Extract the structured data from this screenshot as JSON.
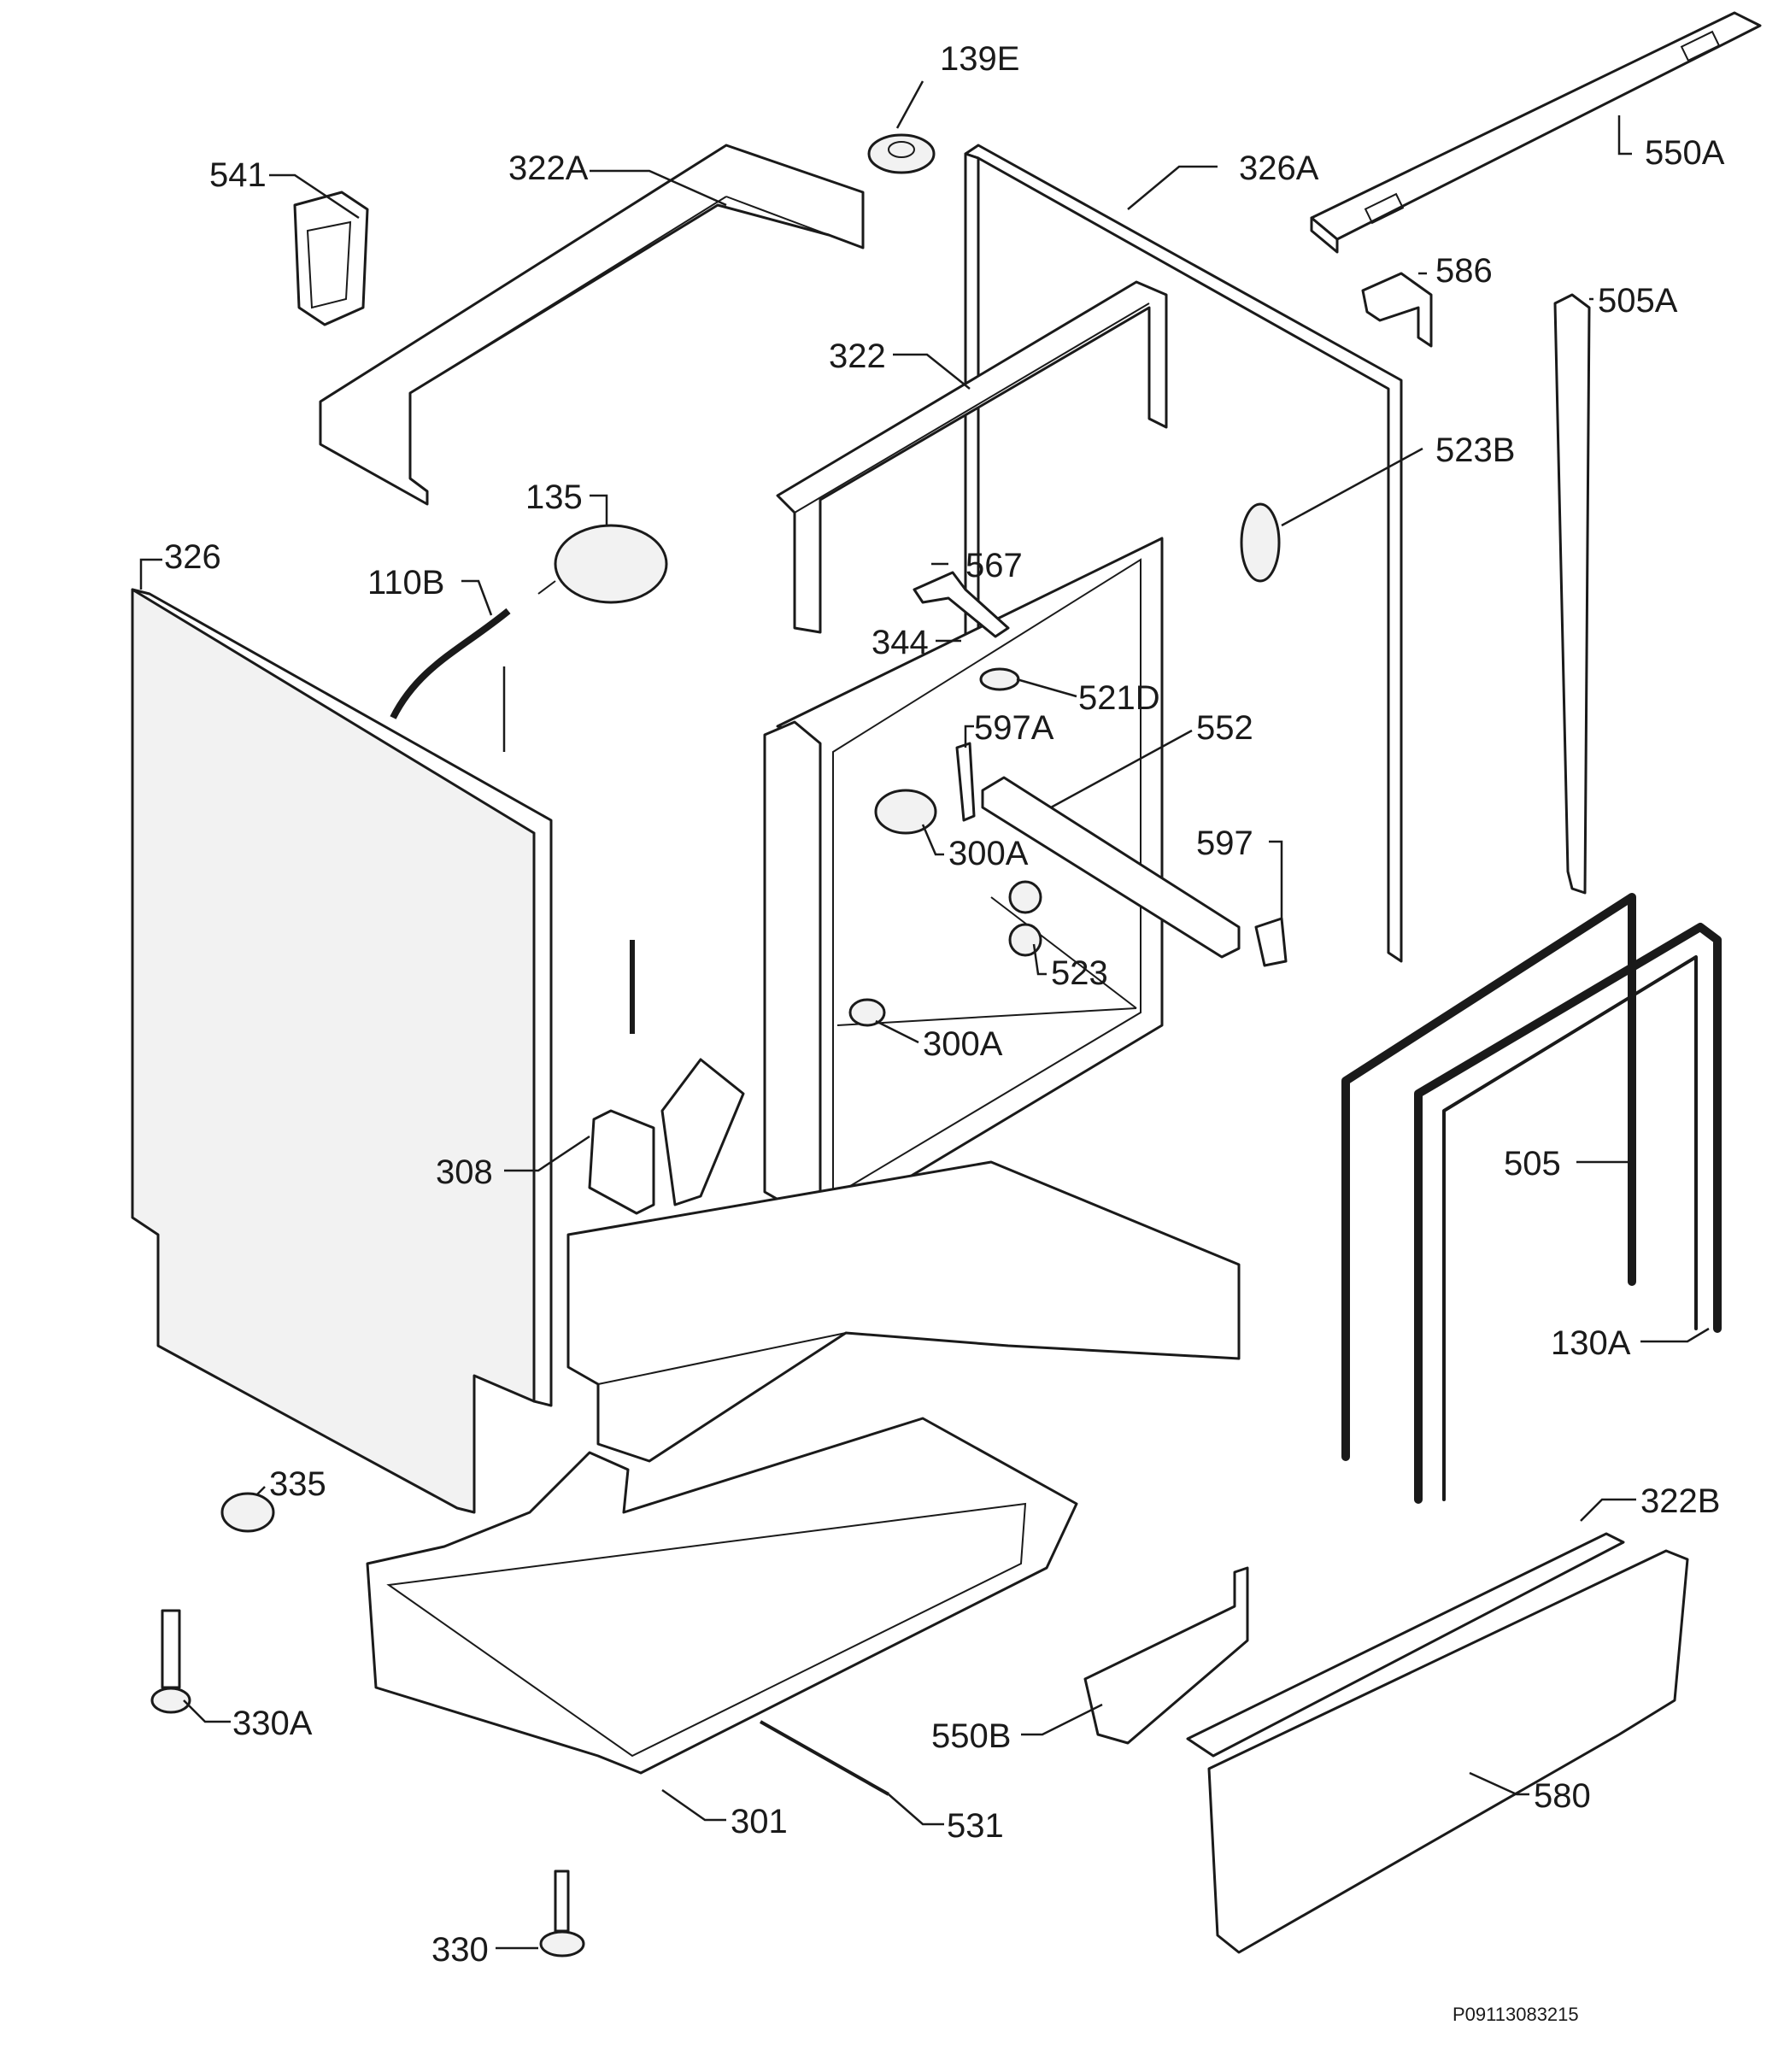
{
  "labels": {
    "l139E": "139E",
    "l541": "541",
    "l322A": "322A",
    "l326A": "326A",
    "l550A": "550A",
    "l586": "586",
    "l505A": "505A",
    "l322": "322",
    "l523B": "523B",
    "l135": "135",
    "l326": "326",
    "l110B": "110B",
    "l567": "567",
    "l344": "344",
    "l521D": "521D",
    "l597A": "597A",
    "l552": "552",
    "l300A_1": "300A",
    "l597": "597",
    "l523": "523",
    "l300A_2": "300A",
    "l308": "308",
    "l505": "505",
    "l130A": "130A",
    "l335": "335",
    "l322B": "322B",
    "l330A": "330A",
    "l550B": "550B",
    "l580": "580",
    "l301": "301",
    "l531": "531",
    "l330": "330"
  },
  "reference_code": "P09113083215"
}
